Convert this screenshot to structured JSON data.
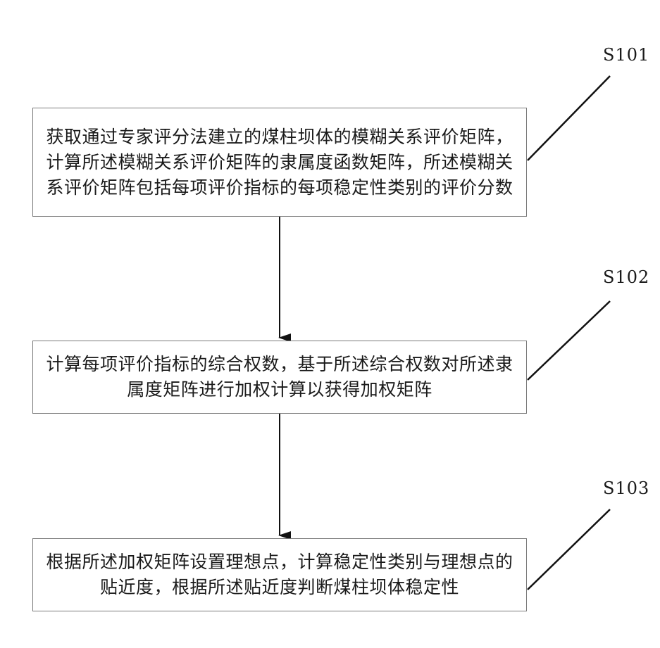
{
  "steps": [
    {
      "id": "S101",
      "label": "S101",
      "text": "获取通过专家评分法建立的煤柱坝体的模糊关系评价矩阵，计算所述模糊关系评价矩阵的隶属度函数矩阵，所述模糊关系评价矩阵包括每项评价指标的每项稳定性类别的评价分数"
    },
    {
      "id": "S102",
      "label": "S102",
      "text": "计算每项评价指标的综合权数，基于所述综合权数对所述隶属度矩阵进行加权计算以获得加权矩阵"
    },
    {
      "id": "S103",
      "label": "S103",
      "text": "根据所述加权矩阵设置理想点，计算稳定性类别与理想点的贴近度，根据所述贴近度判断煤柱坝体稳定性"
    }
  ]
}
